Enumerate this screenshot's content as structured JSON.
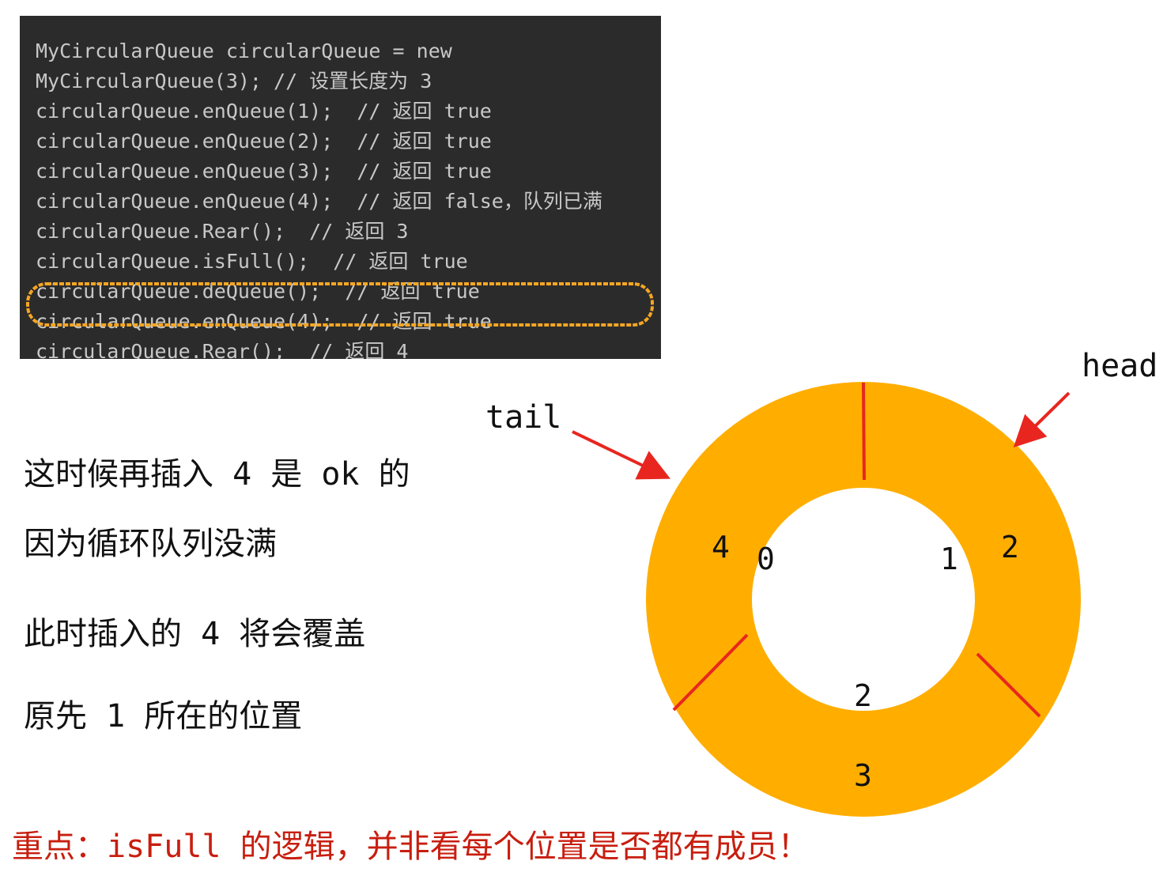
{
  "code": {
    "lines": [
      "MyCircularQueue circularQueue = new",
      "MyCircularQueue(3); // 设置长度为 3",
      "circularQueue.enQueue(1);  // 返回 true",
      "circularQueue.enQueue(2);  // 返回 true",
      "circularQueue.enQueue(3);  // 返回 true",
      "circularQueue.enQueue(4);  // 返回 false，队列已满",
      "circularQueue.Rear();  // 返回 3",
      "circularQueue.isFull();  // 返回 true",
      "circularQueue.deQueue();  // 返回 true",
      "circularQueue.enQueue(4);  // 返回 true",
      "circularQueue.Rear();  // 返回 4"
    ],
    "highlight_color": "#f5a623"
  },
  "explanation": {
    "lines": [
      "这时候再插入 4 是 ok 的",
      "因为循环队列没满",
      "此时插入的 4 将会覆盖",
      "原先 1 所在的位置"
    ]
  },
  "diagram": {
    "pointers": {
      "tail": "tail",
      "head": "head"
    },
    "labels": {
      "slot_outer_left": "4",
      "slot_index_left": "0",
      "slot_index_right": "1",
      "slot_outer_right": "2",
      "slot_index_bottom": "2",
      "slot_outer_bottom": "3"
    },
    "colors": {
      "ring": "#ffae00",
      "divider": "#e8261f",
      "arrow": "#e8261f"
    }
  },
  "note": {
    "text": "重点：isFull 的逻辑，并非看每个位置是否都有成员！",
    "color": "#c81e0f"
  }
}
